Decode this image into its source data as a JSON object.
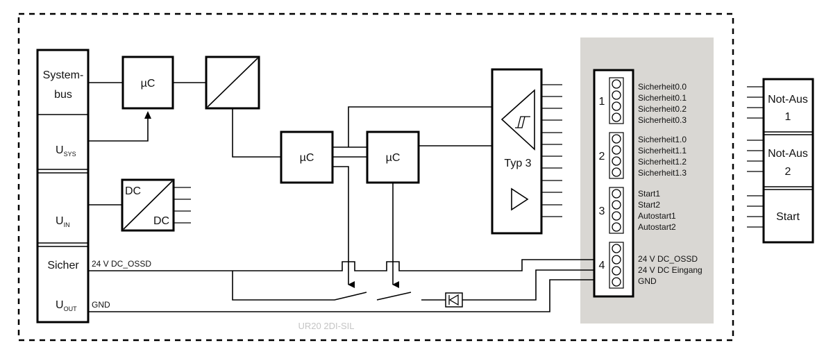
{
  "module_name": "UR20 2DI-SIL",
  "left_block": {
    "systembus": [
      "System-",
      "bus"
    ],
    "usys": {
      "main": "U",
      "sub": "SYS"
    },
    "uin": {
      "main": "U",
      "sub": "IN"
    },
    "sicher": "Sicher",
    "uout": {
      "main": "U",
      "sub": "OUT"
    }
  },
  "blocks": {
    "uc1": "µC",
    "uc2": "µC",
    "uc3": "µC",
    "dcdc_top": "DC",
    "dcdc_bottom": "DC",
    "typ3": "Typ 3"
  },
  "lines": {
    "ossd": "24 V DC_OSSD",
    "gnd": "GND"
  },
  "connector": {
    "groups": [
      {
        "number": "1",
        "labels": [
          "Sicherheit0.0",
          "Sicherheit0.1",
          "Sicherheit0.2",
          "Sicherheit0.3"
        ]
      },
      {
        "number": "2",
        "labels": [
          "Sicherheit1.0",
          "Sicherheit1.1",
          "Sicherheit1.2",
          "Sicherheit1.3"
        ]
      },
      {
        "number": "3",
        "labels": [
          "Start1",
          "Start2",
          "Autostart1",
          "Autostart2"
        ]
      },
      {
        "number": "4",
        "labels": [
          "24 V DC_OSSD",
          "24 V DC Eingang",
          "GND"
        ]
      }
    ]
  },
  "external": {
    "notaus1": [
      "Not-Aus",
      "1"
    ],
    "notaus2": [
      "Not-Aus",
      "2"
    ],
    "start": "Start"
  },
  "colors": {
    "panel_gray": "#d9d7d3",
    "module_label": "#c4c4c4"
  }
}
